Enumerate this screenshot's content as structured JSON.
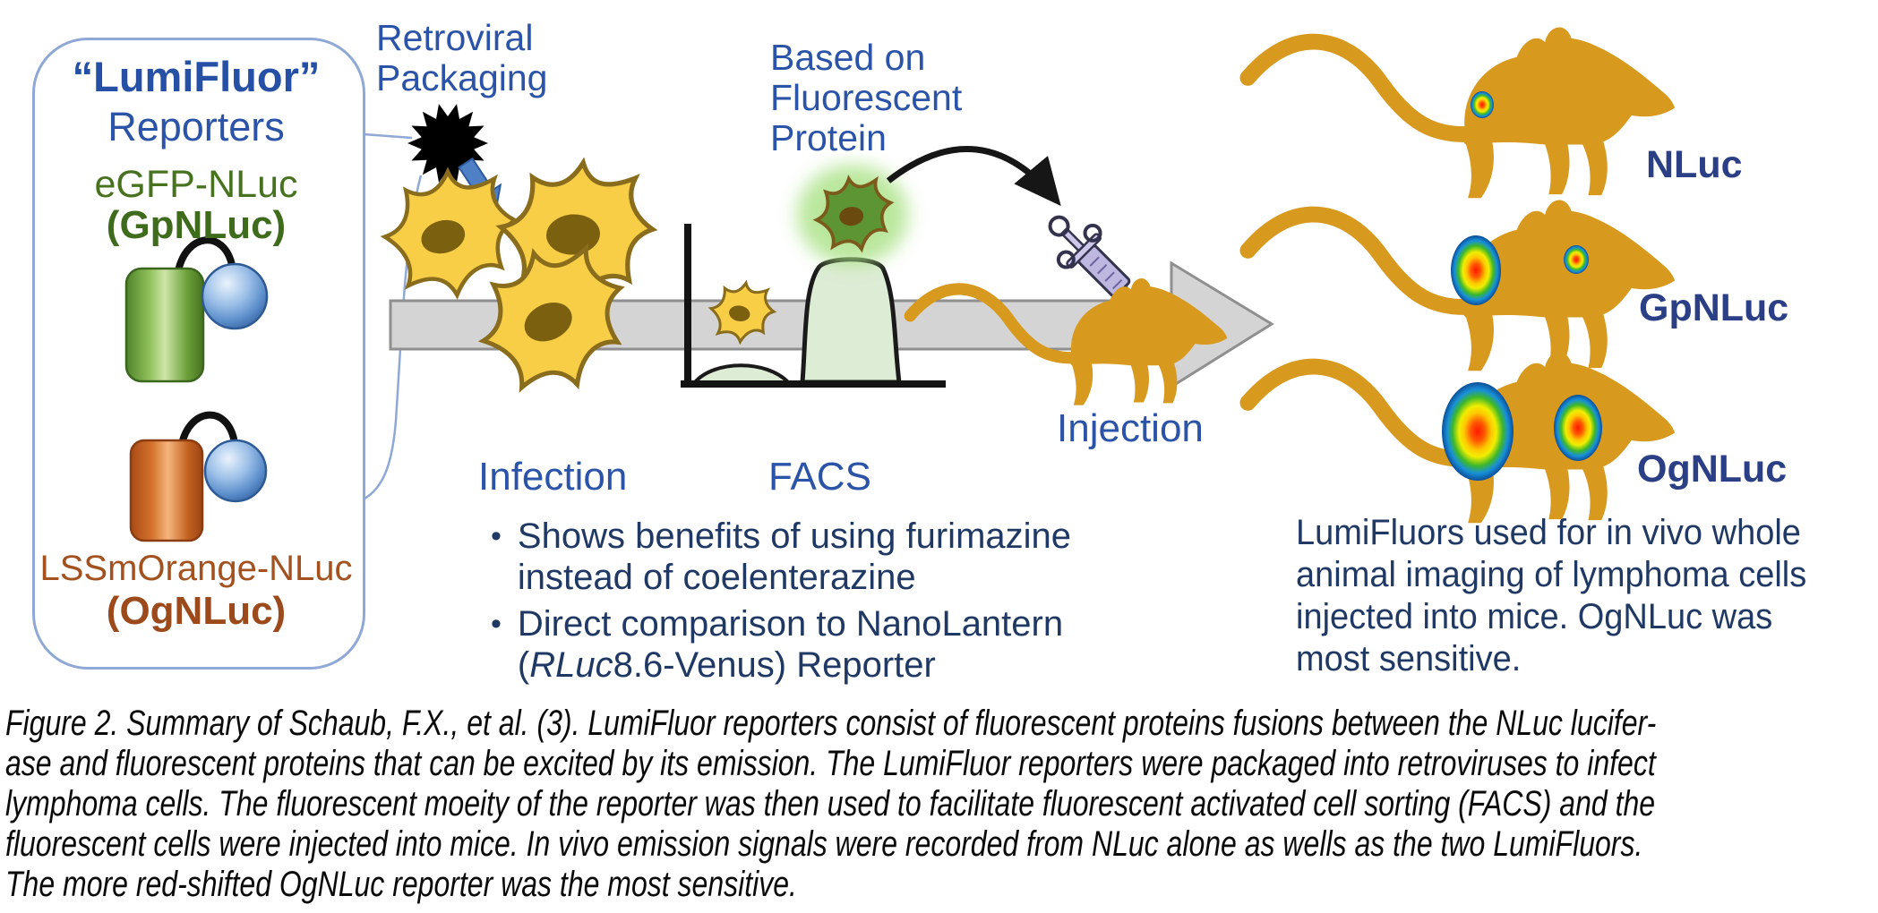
{
  "figure": {
    "reporter_box": {
      "title": "“LumiFluor”",
      "subtitle": "Reporters",
      "gpnluc_name": "eGFP-NLuc",
      "gpnluc_short": "(GpNLuc)",
      "ognluc_name": "LSSmOrange-NLuc",
      "ognluc_short": "(OgNLuc)"
    },
    "workflow": {
      "retroviral_packaging": "Retroviral\nPackaging",
      "based_on": "Based on\nFluorescent\nProtein",
      "infection": "Infection",
      "facs": "FACS",
      "injection": "Injection"
    },
    "mice": [
      {
        "label": "NLuc"
      },
      {
        "label": "GpNLuc"
      },
      {
        "label": "OgNLuc"
      }
    ],
    "bullets": {
      "marker": "•",
      "item1": "Shows benefits of using furimazine\ninstead of coelenterazine",
      "item2_pre": "Direct comparison to NanoLantern\n(",
      "item2_italic": "RLuc",
      "item2_post": "8.6-Venus) Reporter"
    },
    "side_note": "LumiFluors used for in vivo whole\nanimal imaging of lymphoma cells\ninjected into mice. OgNLuc was\nmost sensitive.",
    "caption": "Figure 2. Summary of Schaub, F.X., et al. (3).  LumiFluor reporters consist of fluorescent proteins fusions between the NLuc lucifer-\nase and fluorescent proteins that can be excited by its emission. The LumiFluor reporters were packaged into retroviruses to infect\nlymphoma cells.  The fluorescent moeity of the reporter was then used to facilitate fluorescent activated cell sorting (FACS) and the\nfluorescent cells were injected into mice.  In vivo emission signals were recorded from NLuc alone as wells as the two LumiFluors.\nThe more red-shifted OgNLuc reporter was the most sensitive.",
    "colors": {
      "label_blue": "#2b54a8",
      "navy_text": "#1f3864",
      "green_text": "#47721f",
      "orange_text": "#a3511f",
      "mouse_gold": "#d79a1f",
      "arrow_gray": "#d4d4d4",
      "facs_fill": "#ddecd5",
      "heat_center_red": "#ff1800",
      "heat_outer_blue": "#0b4f98"
    }
  }
}
